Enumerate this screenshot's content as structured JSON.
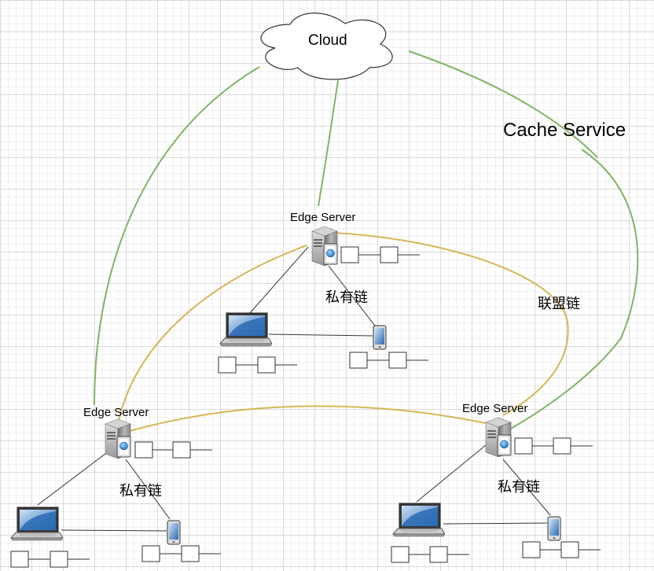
{
  "cloud": {
    "label": "Cloud"
  },
  "cache_service": {
    "label": "Cache Service"
  },
  "consortium_chain": {
    "label": "联盟链"
  },
  "edge_servers": [
    {
      "label": "Edge Server",
      "private_chain_label": "私有链"
    },
    {
      "label": "Edge Server",
      "private_chain_label": "私有链"
    },
    {
      "label": "Edge Server",
      "private_chain_label": "私有链"
    }
  ],
  "colors": {
    "cloud_link": "#82b366",
    "consortium_link": "#d6b656",
    "device_link": "#333333",
    "screen_blue": "#2a6bb4"
  },
  "icons": [
    "cloud-icon",
    "server-icon",
    "laptop-icon",
    "phone-icon",
    "chain-block-icon"
  ]
}
